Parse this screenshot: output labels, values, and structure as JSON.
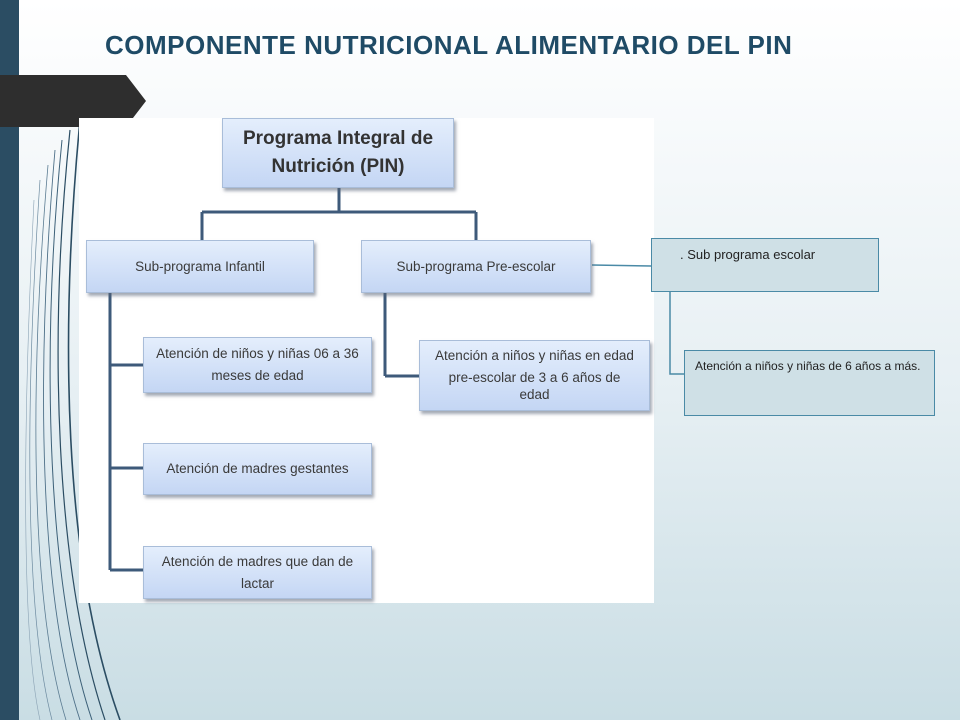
{
  "title": "COMPONENTE NUTRICIONAL ALIMENTARIO DEL PIN",
  "diagram": {
    "root": {
      "line1": "Programa Integral de",
      "line2": "Nutrición (PIN)"
    },
    "sub_infantil": "Sub-programa Infantil",
    "sub_preescolar": "Sub-programa Pre-escolar",
    "infantil_children": [
      {
        "line1": "Atención de niños y niñas 06 a 36",
        "line2": "meses de edad"
      },
      {
        "line1": "Atención de madres gestantes",
        "line2": ""
      },
      {
        "line1": "Atención de madres que dan de",
        "line2": "lactar"
      }
    ],
    "preescolar_child": {
      "line1": "Atención a niños y niñas en edad",
      "line2": "pre-escolar de 3 a 6 años de edad"
    }
  },
  "side_boxes": {
    "sub_escolar": ". Sub programa escolar",
    "atencion_6": "Atención a niños y niñas de 6 años a más."
  },
  "colors": {
    "left_bar": "#2b4d63",
    "title": "#1f4b66",
    "node_fill": "#c4d6f4",
    "connector": "#3e5a7a",
    "side_box_fill": "#cfe0e6",
    "side_box_border": "#4a8aa6"
  }
}
